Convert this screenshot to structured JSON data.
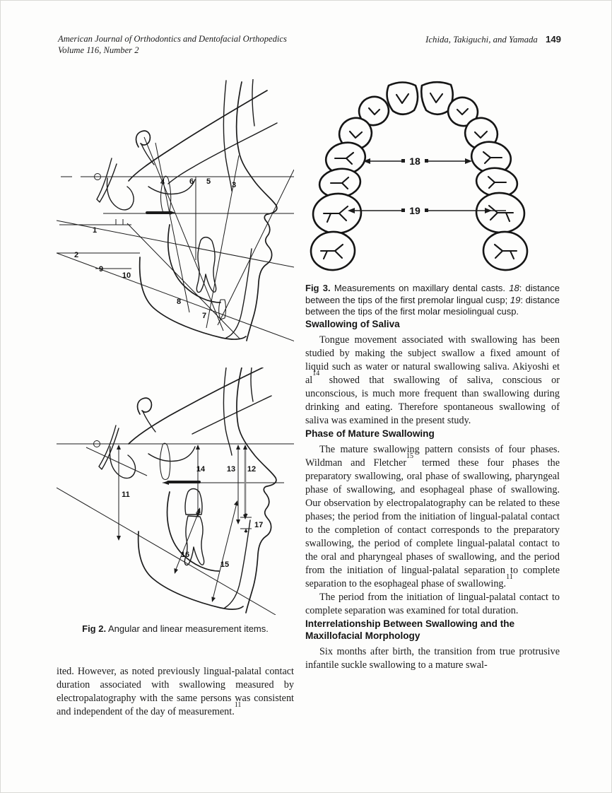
{
  "header": {
    "journal": "American Journal of Orthodontics and Dentofacial Orthopedics",
    "volume": "Volume 116, Number 2",
    "authors": "Ichida, Takiguchi, and Yamada",
    "page_number": "149"
  },
  "fig2": {
    "caption_label": "Fig 2.",
    "caption_text": " Angular and linear measurement items.",
    "labels": {
      "n1": "1",
      "n2": "2",
      "n3": "3",
      "n4": "4",
      "n5": "5",
      "n6": "6",
      "n7": "7",
      "n8": "8",
      "n9": "9",
      "n10": "10",
      "n11": "11",
      "n12": "12",
      "n13": "13",
      "n14": "14",
      "n15": "15",
      "n16": "16",
      "n17": "17"
    }
  },
  "fig3": {
    "caption_label": "Fig 3.",
    "caption_t1": " Measurements on maxillary dental casts. ",
    "caption_i1": "18",
    "caption_t2": ": distance between the tips of the first premolar lingual cusp; ",
    "caption_i2": "19",
    "caption_t3": ": distance between the tips of the first molar mesiolingual cusp.",
    "arrow_18": "18",
    "arrow_19": "19"
  },
  "left_para": {
    "text": "ited. However, as noted previously lingual-palatal contact duration associated with swallowing measured by electropalatography with the same persons was consistent and independent of the day of measurement.",
    "ref": "11"
  },
  "sections": {
    "saliva": {
      "heading": "Swallowing of Saliva",
      "p1a": "Tongue movement associated with swallowing has been studied by making the subject swallow a fixed amount of liquid such as water or natural swallowing saliva. Akiyoshi et al",
      "p1ref": "14",
      "p1b": " showed that swallowing of saliva, conscious or unconscious, is much more frequent than swallowing during drinking and eating. Therefore spontaneous swallowing of saliva was examined in the present study."
    },
    "phase": {
      "heading": "Phase of Mature Swallowing",
      "p1a": "The mature swallowing pattern consists of four phases. Wildman and Fletcher",
      "p1ref": "15",
      "p1b": " termed these four phases the preparatory swallowing, oral phase of swallowing, pharyngeal phase of swallowing, and esophageal phase of swallowing. Our observation by electropalatography can be related to these phases; the period from the initiation of lingual-palatal contact to the completion of contact corresponds to the preparatory swallowing, the period of complete lingual-palatal contact to the oral and pharyngeal phases of swallowing, and the period from the initiation of lingual-palatal separation to complete separation to the esophageal phase of swallowing.",
      "p1ref2": "11",
      "p2": "The period from the initiation of lingual-palatal contact to complete separation was examined for total duration."
    },
    "inter": {
      "heading": "Interrelationship Between Swallowing and the Maxillofacial Morphology",
      "p1": "Six months after birth, the transition from true protrusive infantile suckle swallowing to a mature swal-"
    }
  }
}
